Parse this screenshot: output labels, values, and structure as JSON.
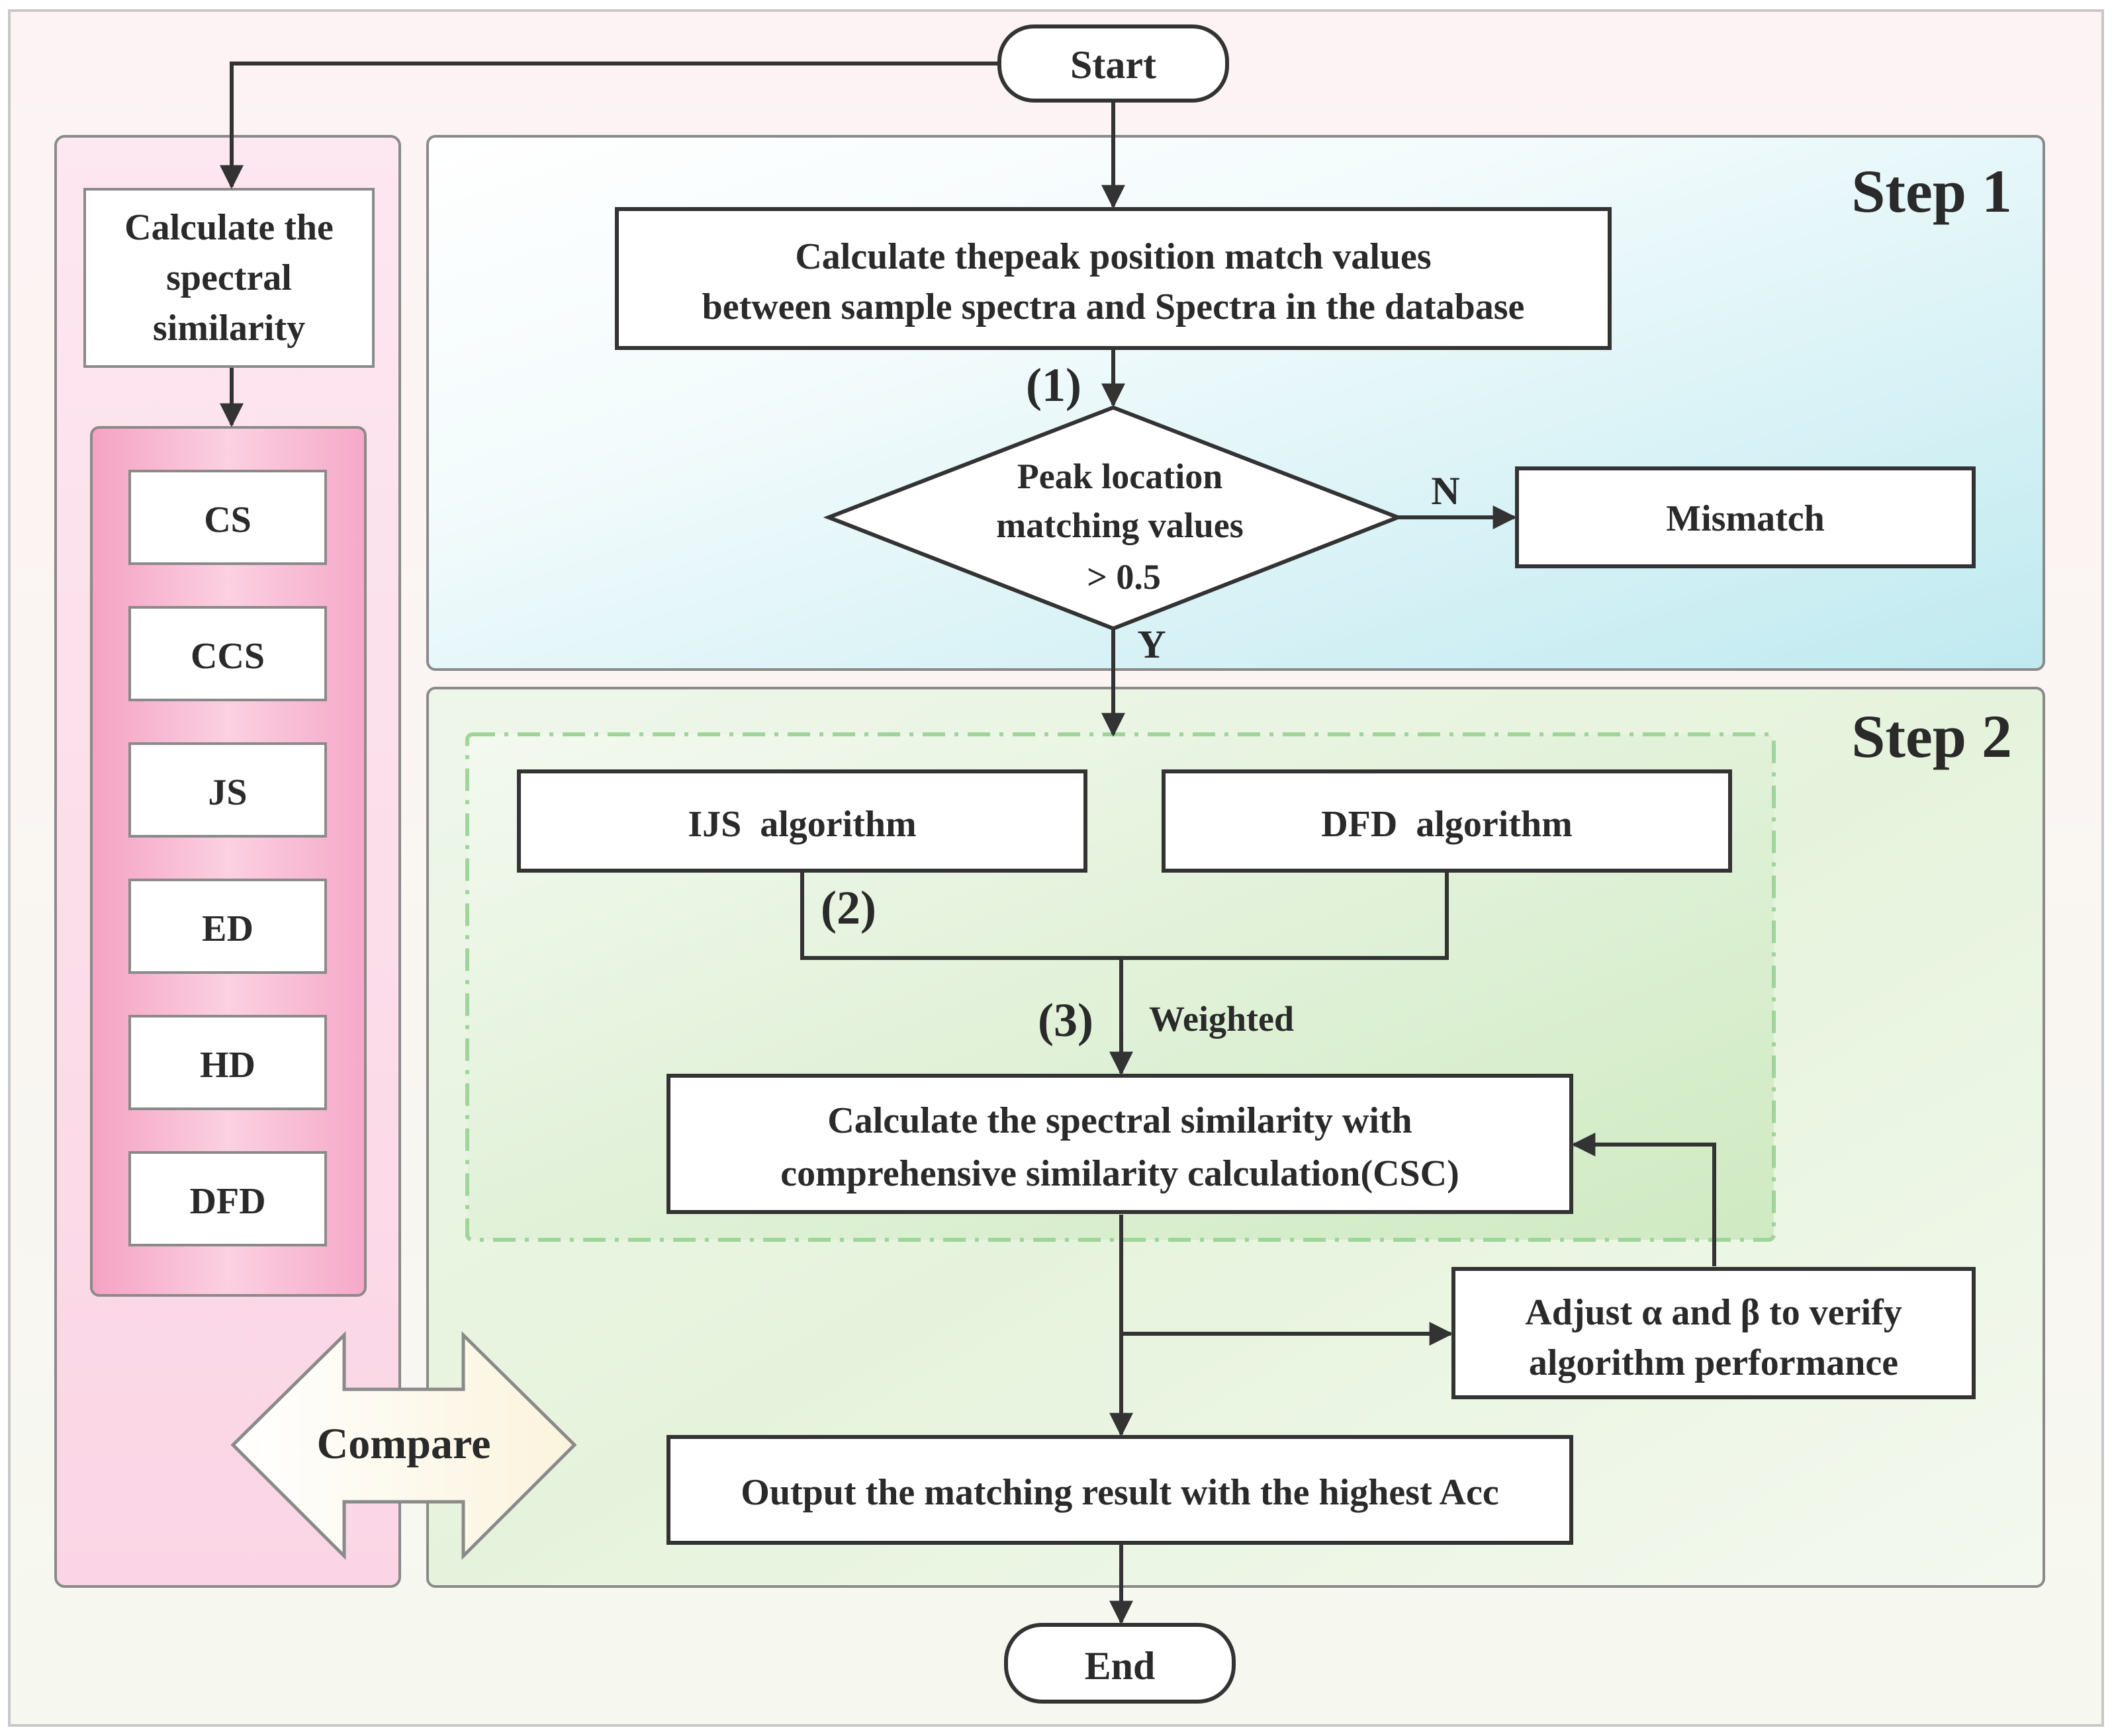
{
  "start_label": "Start",
  "end_label": "End",
  "step1": {
    "title": "Step 1",
    "calc_peak_lines": [
      "Calculate thepeak position match values",
      "between sample spectra and Spectra in the database"
    ],
    "marker_1": "(1)",
    "decision_lines": [
      "Peak location",
      "matching values",
      "> 0.5"
    ],
    "no_label": "N",
    "yes_label": "Y",
    "mismatch": "Mismatch"
  },
  "step2": {
    "title": "Step 2",
    "ijs": "IJS  algorithm",
    "dfd": "DFD  algorithm",
    "marker_2": "(2)",
    "marker_3": "(3)",
    "weighted": "Weighted",
    "csc_lines": [
      "Calculate the spectral similarity with",
      "comprehensive similarity calculation(CSC)"
    ],
    "adjust_lines": [
      "Adjust α and β to verify",
      "algorithm performance"
    ],
    "output": "Output the matching result with the highest Acc"
  },
  "left_panel": {
    "title_lines": [
      "Calculate the",
      "spectral",
      "similarity"
    ],
    "methods": [
      "CS",
      "CCS",
      "JS",
      "ED",
      "HD",
      "DFD"
    ]
  },
  "compare_label": "Compare",
  "colors": {
    "step1_bg": "#c9eef2",
    "step2_bg": "#dff0d2",
    "left_panel_bg": "#fde3ee",
    "methods_bg": "#f7b5cf",
    "dashed_box": "#9fd49a",
    "compare_fill": "#fdf8e8",
    "line": "#333333"
  }
}
